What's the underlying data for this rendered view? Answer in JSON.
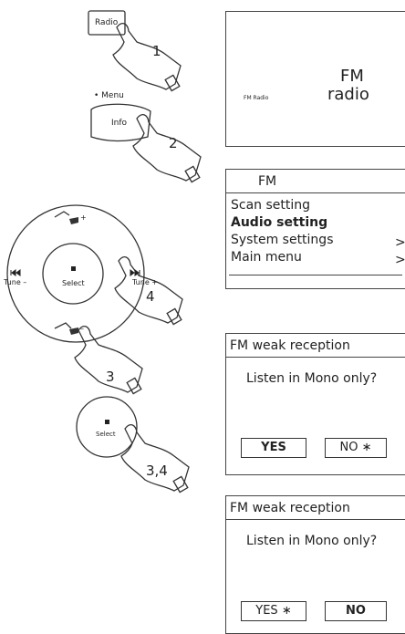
{
  "step1": {
    "button_label": "Radio",
    "number": "1"
  },
  "step2": {
    "menu_label": "• Menu",
    "button_label": "Info",
    "number": "2"
  },
  "step3": {
    "left_label": "Tune –",
    "right_label": "Tune +",
    "center_label": "Select",
    "up_symbol": "+",
    "down_symbol": "–",
    "number_up": "4",
    "number_down": "3"
  },
  "step4": {
    "knob_label": "Select",
    "number": "3,4"
  },
  "screen1": {
    "icon_caption": "FM Radio",
    "line1": "FM",
    "line2": "radio"
  },
  "screen2": {
    "header": "FM",
    "items": [
      {
        "label": "Scan setting",
        "arrow": ""
      },
      {
        "label": "Audio setting",
        "arrow": ""
      },
      {
        "label": "System settings",
        "arrow": ">"
      },
      {
        "label": "Main menu",
        "arrow": ">"
      }
    ]
  },
  "screen3": {
    "title": "FM weak reception",
    "question": "Listen in Mono only?",
    "yes": "YES",
    "no": "NO ∗"
  },
  "screen4": {
    "title": "FM weak reception",
    "question": "Listen in Mono only?",
    "yes": "YES ∗",
    "no": "NO"
  }
}
